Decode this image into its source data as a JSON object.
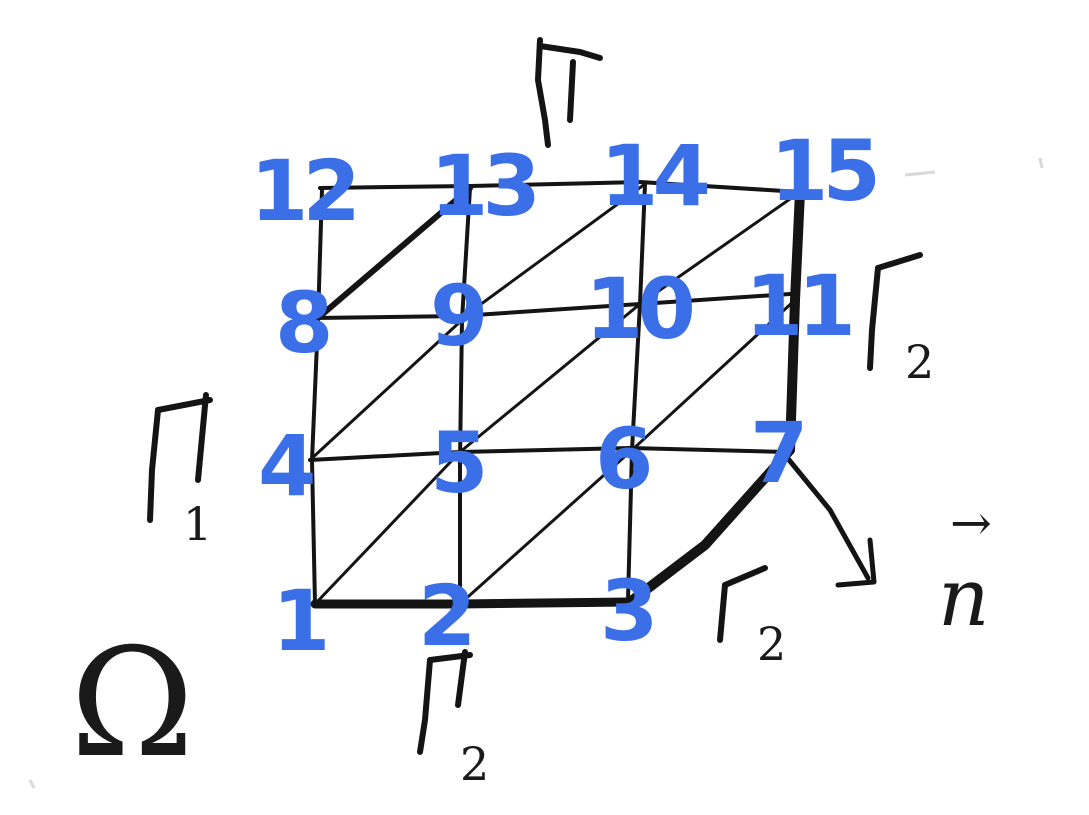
{
  "diagram": {
    "domain_symbol": "Ω",
    "boundary_symbol": "Γ",
    "boundaries": [
      {
        "symbol": "Γ",
        "subscript": ""
      },
      {
        "symbol": "Γ",
        "subscript": "1"
      },
      {
        "symbol": "Γ",
        "subscript": "2"
      },
      {
        "symbol": "Γ",
        "subscript": "2"
      },
      {
        "symbol": "Γ",
        "subscript": "2"
      }
    ],
    "normal_label": "n",
    "normal_arrow_mark": "→",
    "nodes": [
      "1",
      "2",
      "3",
      "4",
      "5",
      "6",
      "7",
      "8",
      "9",
      "10",
      "11",
      "12",
      "13",
      "14",
      "15"
    ],
    "colors": {
      "ink": "#141414",
      "node_labels": "#3a6fe8"
    }
  }
}
